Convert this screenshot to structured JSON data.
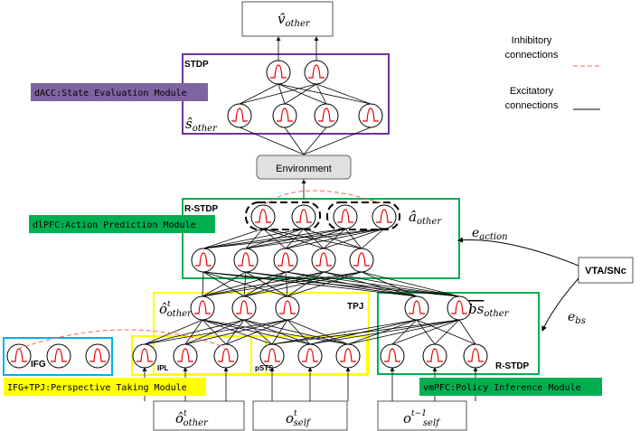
{
  "labels": {
    "v_other": "v̂",
    "v_sub": "other",
    "stdp": "STDP",
    "dacc": "dACC:State Evaluation Module",
    "s_other": "ŝ",
    "s_sub": "other",
    "environment": "Environment",
    "rstdp_top": "R-STDP",
    "dlpfc": "dlPFC:Action Prediction Module",
    "a_other": "â",
    "a_sub": "other",
    "e_action": "e",
    "e_action_sub": "action",
    "vta": "VTA/SNc",
    "e_bs": "e",
    "e_bs_sub": "bs",
    "o_other_hat": "ô",
    "o_other_hat_sup": "t",
    "o_other_hat_sub": "other",
    "tpj": "TPJ",
    "bs_other": "bs",
    "bs_sub": "other",
    "ifg": "IFG",
    "ipl": "IPL",
    "psts": "pSTS",
    "rstdp_bottom": "R-STDP",
    "ifg_tpj": "IFG+TPJ:Perspective Taking Module",
    "vmpfc": "vmPFC:Policy Inference Module",
    "in1": "ô",
    "in1_sup": "t",
    "in1_sub": "other",
    "in2": "o",
    "in2_sup": "t",
    "in2_sub": "self",
    "in3": "o",
    "in3_sup": "t−1",
    "in3_sub": "self"
  },
  "legend": {
    "inhibitory": "Inhibitory\nconnections",
    "excitatory": "Excitatory\nconnections"
  },
  "colors": {
    "purple": "#7030A0",
    "green": "#00B050",
    "yellow": "#FFFF00",
    "blue": "#00B0F0",
    "red": "#C00000",
    "inhib": "#FF6060"
  }
}
